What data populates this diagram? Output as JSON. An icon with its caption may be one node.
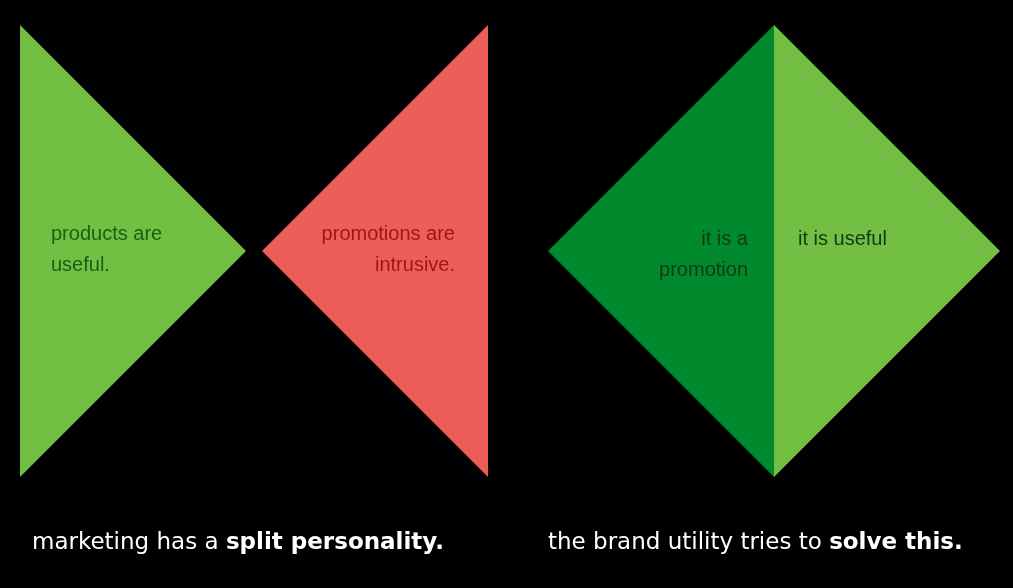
{
  "diagram": {
    "nodes": [
      {
        "text": [
          "products are useful."
        ]
      },
      {
        "text": [
          "promotions are intrusive."
        ]
      },
      {
        "text": [
          "it is a promotion"
        ]
      },
      {
        "text": [
          "it is useful"
        ]
      }
    ],
    "labels": [
      "marketing has a **split personality.**",
      "the brand utility tries to **solve this.**"
    ]
  }
}
